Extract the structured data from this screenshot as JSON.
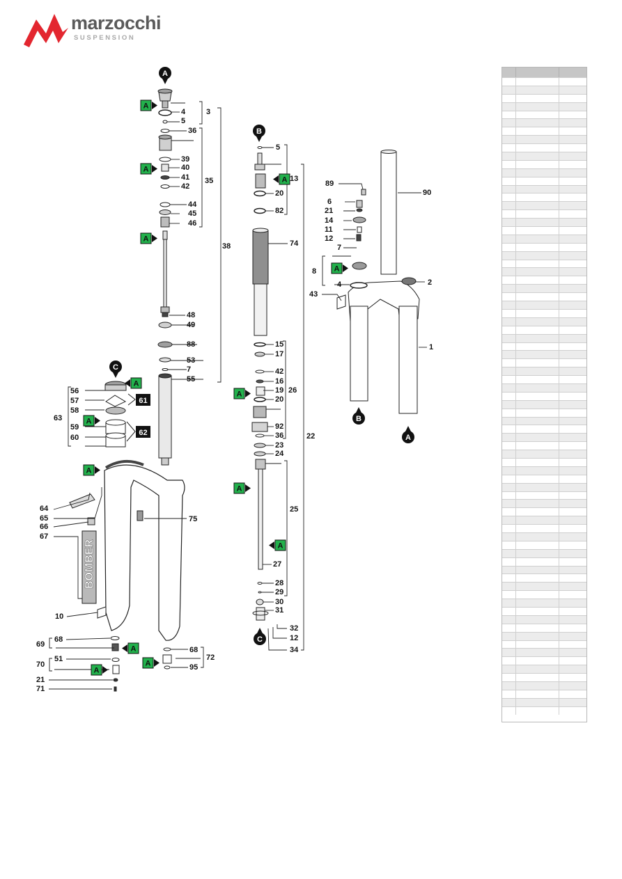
{
  "brand": {
    "name": "marzocchi",
    "tagline": "SUSPENSION",
    "color": "#e3262f",
    "text_color": "#5a5a5a"
  },
  "diagram": {
    "badge_color": "#22b14c",
    "ref_labels": [
      "A",
      "B",
      "C"
    ],
    "box_labels": [
      "61",
      "62"
    ],
    "part_numbers": [
      "1",
      "2",
      "3",
      "4",
      "5",
      "6",
      "7",
      "8",
      "10",
      "11",
      "12",
      "13",
      "14",
      "15",
      "16",
      "17",
      "19",
      "20",
      "21",
      "22",
      "23",
      "24",
      "25",
      "26",
      "27",
      "28",
      "29",
      "30",
      "31",
      "32",
      "34",
      "35",
      "36",
      "38",
      "39",
      "40",
      "41",
      "42",
      "43",
      "44",
      "45",
      "46",
      "48",
      "49",
      "51",
      "53",
      "55",
      "56",
      "57",
      "58",
      "59",
      "60",
      "63",
      "64",
      "65",
      "66",
      "67",
      "68",
      "69",
      "70",
      "71",
      "72",
      "74",
      "75",
      "82",
      "88",
      "89",
      "90",
      "92",
      "95"
    ],
    "decal_text": "BOMBER"
  },
  "table": {
    "rows": 77
  }
}
